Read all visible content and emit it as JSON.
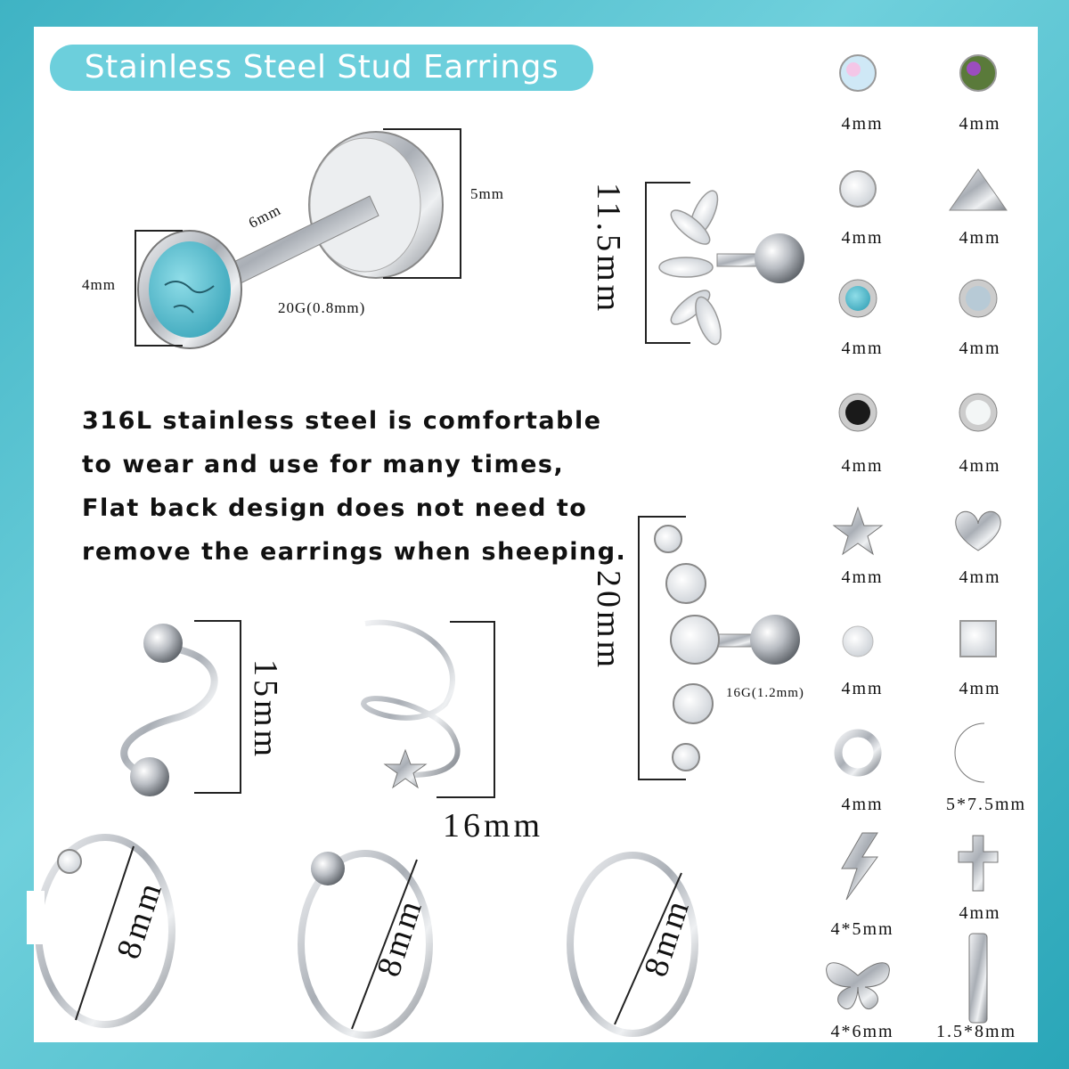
{
  "title": "Stainless Steel Stud Earrings",
  "stud": {
    "dim_height": "5mm",
    "dim_length": "6mm",
    "dim_stone": "4mm",
    "gauge": "20G(0.8mm)"
  },
  "marquise": {
    "dim": "11.5mm"
  },
  "climber": {
    "dim": "20mm",
    "gauge": "16G(1.2mm)"
  },
  "twist": {
    "dim": "15mm"
  },
  "spiral": {
    "dim": "16mm"
  },
  "hoops": [
    {
      "dim": "8mm"
    },
    {
      "dim": "8mm"
    },
    {
      "dim": "8mm"
    }
  ],
  "description": [
    "316L stainless steel is comfortable",
    "to wear and use for many times,",
    "Flat back design does not need to",
    "remove the earrings when sheeping."
  ],
  "grid": [
    {
      "icon": "ab-crystal-icon",
      "label": "4mm"
    },
    {
      "icon": "mystic-crystal-icon",
      "label": "4mm"
    },
    {
      "icon": "clear-crystal-icon",
      "label": "4mm"
    },
    {
      "icon": "triangle-icon",
      "label": "4mm"
    },
    {
      "icon": "turquoise-icon",
      "label": "4mm"
    },
    {
      "icon": "moonstone-icon",
      "label": "4mm"
    },
    {
      "icon": "black-onyx-icon",
      "label": "4mm"
    },
    {
      "icon": "opal-icon",
      "label": "4mm"
    },
    {
      "icon": "star-icon",
      "label": "4mm"
    },
    {
      "icon": "heart-icon",
      "label": "4mm"
    },
    {
      "icon": "pearl-icon",
      "label": "4mm"
    },
    {
      "icon": "square-crystal-icon",
      "label": "4mm"
    },
    {
      "icon": "circle-icon",
      "label": "4mm"
    },
    {
      "icon": "moon-icon",
      "label": "5*7.5mm"
    },
    {
      "icon": "lightning-icon",
      "label": "4*5mm"
    },
    {
      "icon": "cross-icon",
      "label": "4mm"
    },
    {
      "icon": "butterfly-icon",
      "label": "4*6mm"
    },
    {
      "icon": "bar-icon",
      "label": "1.5*8mm"
    }
  ],
  "colors": {
    "accent": "#6ccfdc",
    "background": "#3fb3c4",
    "turquoise": "#4fb8c9",
    "steel": "#b8bcc2"
  }
}
